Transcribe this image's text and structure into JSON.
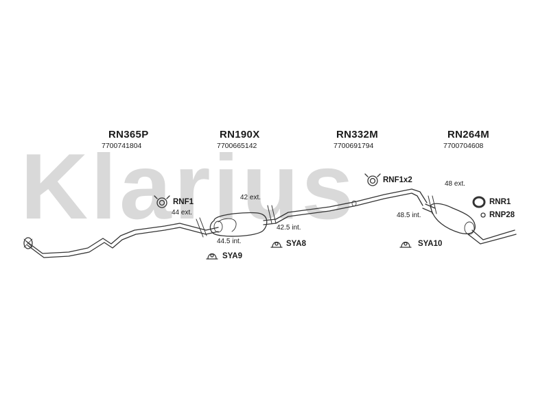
{
  "watermark": "Klarius",
  "parts": [
    {
      "code": "RN365P",
      "number": "7700741804"
    },
    {
      "code": "RN190X",
      "number": "7700665142"
    },
    {
      "code": "RN332M",
      "number": "7700691794"
    },
    {
      "code": "RN264M",
      "number": "7700704608"
    }
  ],
  "accessories": {
    "rnf1": "RNF1",
    "rnf1x2": "RNF1x2",
    "rnr1": "RNR1",
    "rnp28": "RNP28",
    "sya8": "SYA8",
    "sya9": "SYA9",
    "sya10": "SYA10"
  },
  "dimensions": {
    "d44_ext": "44 ext.",
    "d42_ext": "42 ext.",
    "d44_5_int": "44.5 int.",
    "d42_5_int": "42.5 int.",
    "d48_ext": "48 ext.",
    "d48_5_int": "48.5 int."
  },
  "colors": {
    "line": "#333333",
    "watermark": "#d9d9d9"
  }
}
